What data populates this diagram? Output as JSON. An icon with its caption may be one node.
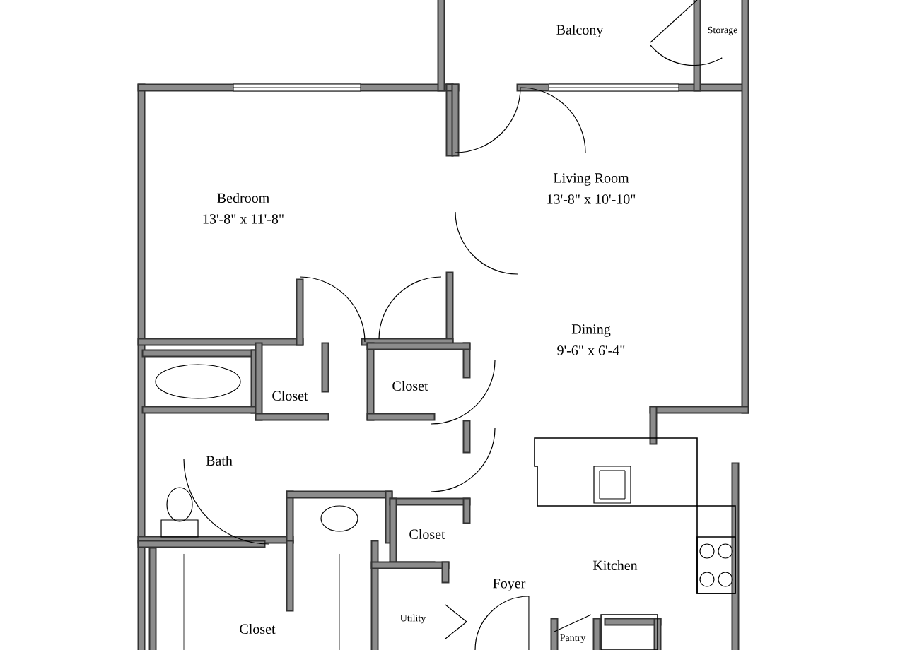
{
  "diagram": {
    "labels": [
      "Balcony",
      "Storage",
      "Bedroom",
      "13'-8\" x 11'-8\"",
      "Living Room",
      "13'-8\" x 10'-10\"",
      "Dining",
      "9'-6\" x 6'-4\"",
      "Closet",
      "Closet",
      "Bath",
      "Closet",
      "Foyer",
      "Kitchen",
      "Utility",
      "Closet",
      "Pantry"
    ]
  }
}
